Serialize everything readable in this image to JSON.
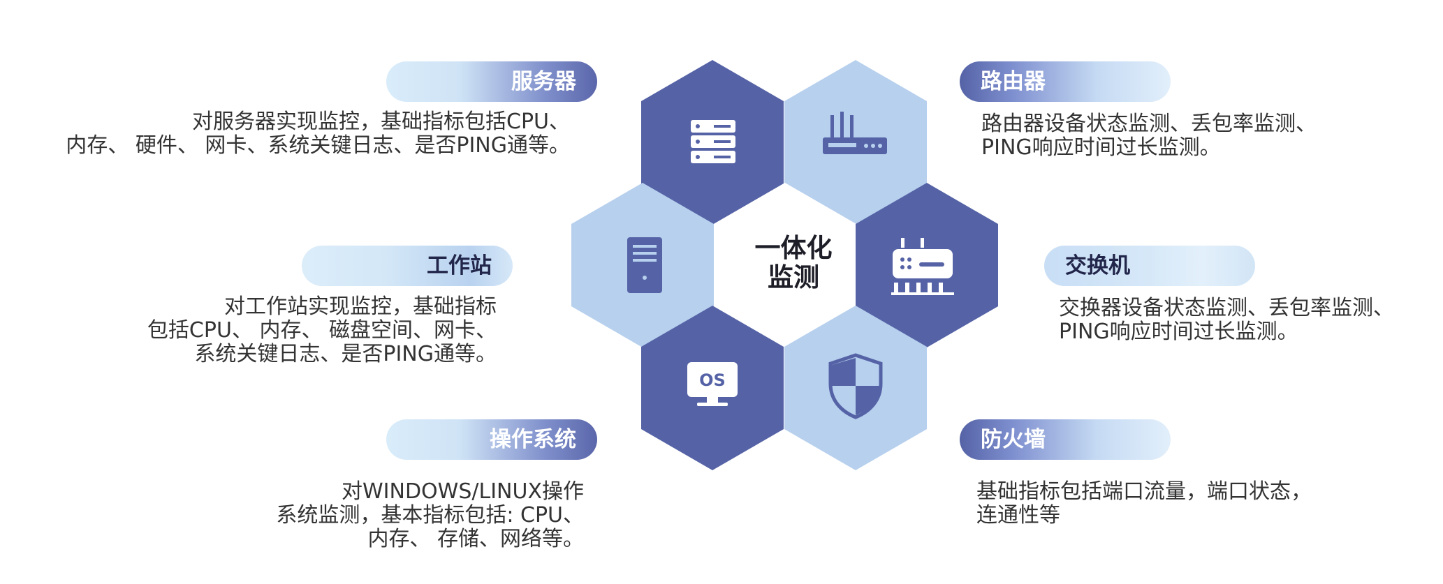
{
  "center": {
    "line1": "一体化",
    "line2": "监测"
  },
  "items": {
    "server": {
      "label": "服务器",
      "desc": [
        "对服务器实现监控，基础指标包括CPU、",
        "内存、 硬件、 网卡、系统关键日志、是否PING通等。"
      ]
    },
    "workstation": {
      "label": "工作站",
      "desc": [
        "对工作站实现监控，基础指标",
        "包括CPU、 内存、 磁盘空间、网卡、",
        "系统关键日志、是否PING通等。"
      ]
    },
    "os": {
      "label": "操作系统",
      "desc": [
        "对WINDOWS/LINUX操作",
        "系统监测，基本指标包括: CPU、",
        "内存、 存储、网络等。"
      ]
    },
    "router": {
      "label": "路由器",
      "desc": [
        "路由器设备状态监测、丢包率监测、",
        "PING响应时间过长监测。"
      ]
    },
    "switch": {
      "label": "交换机",
      "desc": [
        "交换器设备状态监测、丢包率监测、",
        "PING响应时间过长监测。"
      ]
    },
    "firewall": {
      "label": "防火墙",
      "desc": [
        "基础指标包括端口流量，端口状态，",
        "连通性等"
      ]
    }
  },
  "icons": {
    "server": "server-rack-icon",
    "router": "router-icon",
    "tower": "pc-tower-icon",
    "switch": "network-switch-icon",
    "os": "os-monitor-icon",
    "shield": "shield-icon",
    "os_badge": "OS"
  },
  "colors": {
    "dark_hex": "#5563a6",
    "light_hex": "#b7d0ee",
    "text": "#333333"
  }
}
